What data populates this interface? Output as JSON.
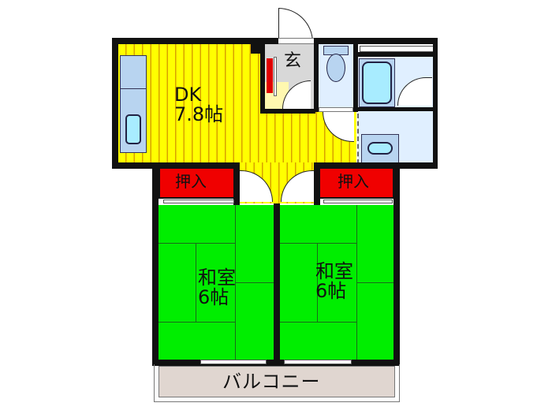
{
  "floorplan": {
    "rooms": {
      "dk": {
        "name": "DK",
        "size": "7.8帖"
      },
      "genkan": {
        "name": "玄"
      },
      "closet_left": {
        "name": "押入"
      },
      "closet_right": {
        "name": "押入"
      },
      "washitsu_left": {
        "name": "和室",
        "size": "6帖"
      },
      "washitsu_right": {
        "name": "和室",
        "size": "6帖"
      },
      "balcony": {
        "name": "バルコニー"
      }
    },
    "colors": {
      "dk_floor": "#ffff00",
      "tatami": "#00ee00",
      "closet": "#f00000",
      "wet_area": "#e0efff",
      "balcony": "#e0d6d0",
      "wall": "#111111"
    }
  }
}
